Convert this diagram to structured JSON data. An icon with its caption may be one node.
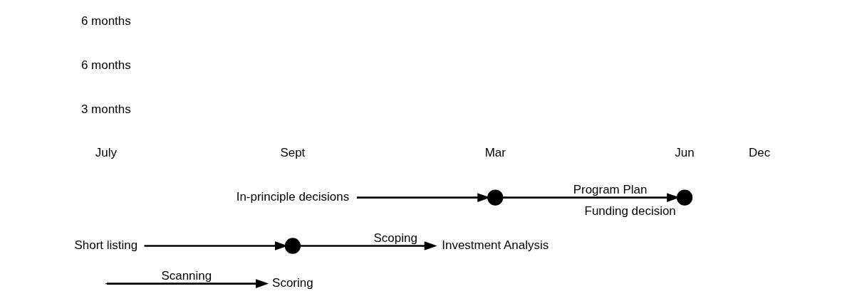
{
  "diagram": {
    "nodes": [
      {
        "text": [
          "Scoring"
        ]
      },
      {
        "text": [],
        "shape": "circle"
      },
      {
        "text": [
          "Short listing"
        ]
      },
      {
        "text": [
          "Investment Analysis"
        ]
      },
      {
        "text": [],
        "shape": "circle"
      },
      {
        "text": [
          "In-principle decisions"
        ]
      },
      {
        "text": [],
        "shape": "circle",
        "beside": [
          "Funding decision"
        ]
      }
    ],
    "edges": [
      {
        "from": null,
        "to": 0,
        "arrow": "to",
        "label": "Scanning"
      },
      {
        "from": 2,
        "to": 1,
        "arrow": "to"
      },
      {
        "from": 1,
        "to": 3,
        "arrow": "to",
        "label": "Scoping"
      },
      {
        "from": 5,
        "to": 4,
        "arrow": "to"
      },
      {
        "from": 4,
        "to": 6,
        "arrow": "to",
        "label": "Program Plan"
      }
    ],
    "labels": [
      "July",
      "Sept",
      "Mar",
      "Jun",
      "Dec",
      "3 months",
      "6 months",
      "6 months"
    ]
  }
}
